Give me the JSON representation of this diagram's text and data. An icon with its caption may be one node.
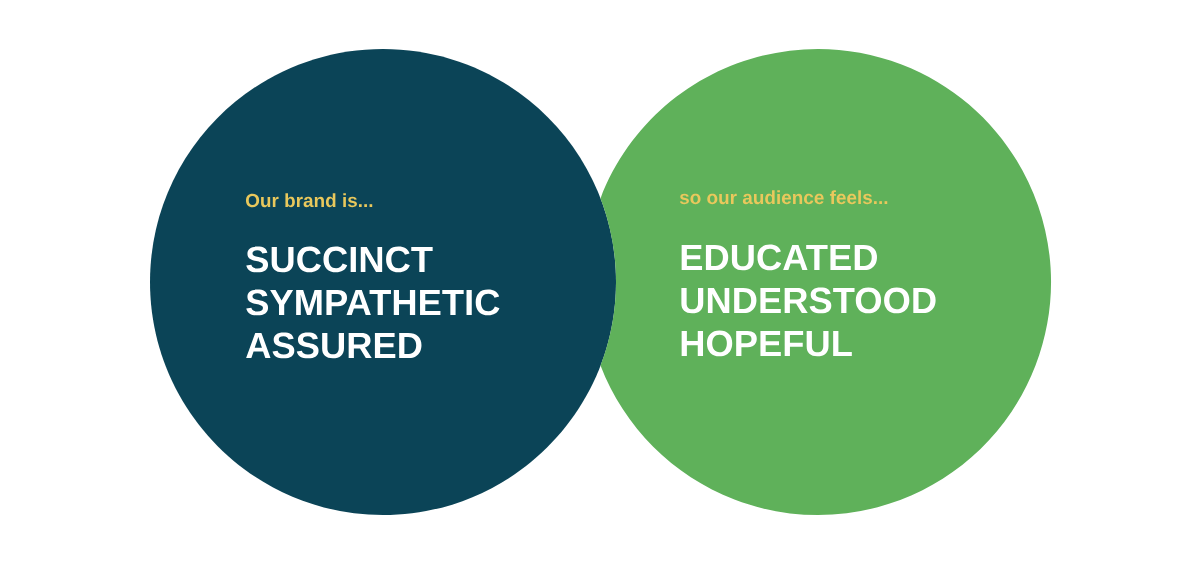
{
  "diagram": {
    "nodes": [
      {
        "text": [
          "Our brand is...",
          "SUCCINCT",
          "SYMPATHETIC",
          "ASSURED"
        ]
      },
      {
        "text": [
          "so our audience feels...",
          "EDUCATED",
          "UNDERSTOOD",
          "HOPEFUL"
        ]
      }
    ]
  }
}
